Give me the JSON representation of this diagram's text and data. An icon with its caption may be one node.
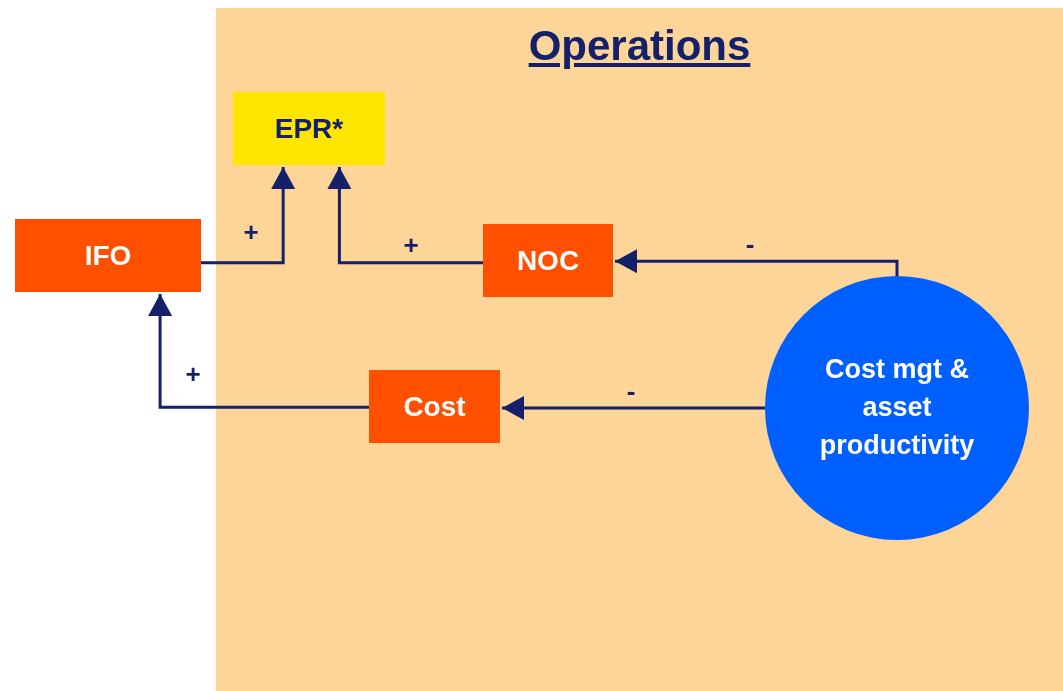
{
  "diagram": {
    "nodes": [
      {
        "text": [
          "Operations"
        ]
      },
      {
        "text": [
          "EPR*"
        ],
        "in": 0
      },
      {
        "text": [
          "IFO"
        ]
      },
      {
        "text": [
          "NOC"
        ],
        "in": 0
      },
      {
        "text": [
          "Cost"
        ],
        "in": 0
      },
      {
        "text": [
          "Cost mgt & asset productivity"
        ],
        "in": 0
      }
    ],
    "edges": [
      {
        "from": 2,
        "to": 1,
        "arrow": "to",
        "label": "+"
      },
      {
        "from": 3,
        "to": 1,
        "arrow": "to",
        "label": "+"
      },
      {
        "from": 5,
        "to": 3,
        "arrow": "to",
        "label": "-"
      },
      {
        "from": 5,
        "to": 4,
        "arrow": "to",
        "label": "-"
      },
      {
        "from": 4,
        "to": 2,
        "arrow": "to",
        "label": "+"
      }
    ]
  }
}
